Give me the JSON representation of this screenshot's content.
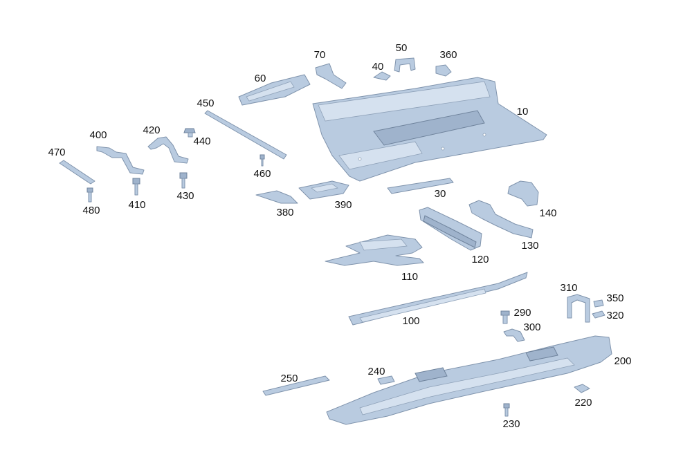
{
  "diagram": {
    "part_numbers": {
      "p10": "10",
      "p30": "30",
      "p40": "40",
      "p50": "50",
      "p60": "60",
      "p70": "70",
      "p100": "100",
      "p110": "110",
      "p120": "120",
      "p130": "130",
      "p140": "140",
      "p200": "200",
      "p220": "220",
      "p230": "230",
      "p240": "240",
      "p250": "250",
      "p290": "290",
      "p300": "300",
      "p310": "310",
      "p320": "320",
      "p350": "350",
      "p360": "360",
      "p380": "380",
      "p390": "390",
      "p400": "400",
      "p410": "410",
      "p420": "420",
      "p430": "430",
      "p440": "440",
      "p450": "450",
      "p460": "460",
      "p470": "470",
      "p480": "480"
    },
    "colors": {
      "part_fill": "#b9cbe0",
      "part_stroke": "#7f93ac",
      "label": "#111111",
      "background": "#ffffff"
    }
  }
}
